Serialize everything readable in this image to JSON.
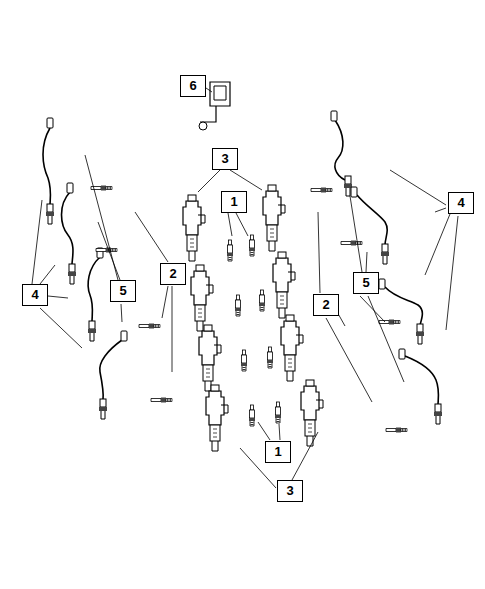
{
  "diagram": {
    "labels": [
      "6",
      "3",
      "1",
      "4",
      "2",
      "5",
      "5",
      "4",
      "2",
      "1",
      "3"
    ]
  }
}
